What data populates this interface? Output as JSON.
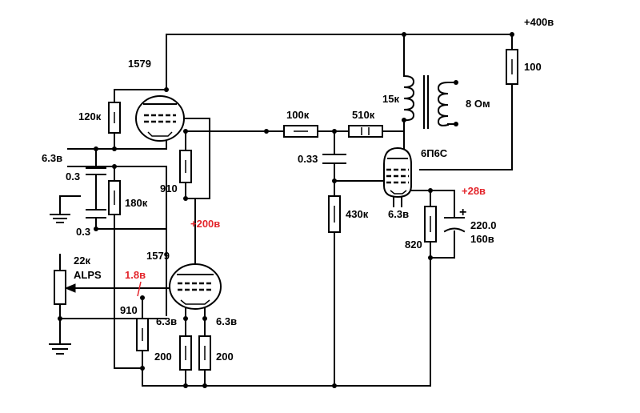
{
  "labels": {
    "supply_400": "+400в",
    "tube_upper": "1579",
    "tube_lower": "1579",
    "output_tube": "6П6С",
    "r_120k": "120к",
    "r_180k": "180к",
    "r_910_top": "910",
    "r_910_bottom": "910",
    "r_100k": "100к",
    "r_510k": "510к",
    "r_430k": "430к",
    "r_100": "100",
    "r_820": "820",
    "r_200_left": "200",
    "r_200_right": "200",
    "c_033_top": "0.3",
    "c_033_bottom": "0.3",
    "c_033_coupling": "0.33",
    "c_220": "220.0",
    "c_220_voltage": "160в",
    "heater_left": "6.3в",
    "heater_output": "6.3в",
    "heater_lower_left": "6.3в",
    "heater_lower_right": "6.3в",
    "transformer_primary": "15к",
    "transformer_secondary": "8 Ом",
    "pot_value": "22к",
    "pot_brand": "ALPS",
    "voltage_200": "+200в",
    "voltage_28": "+28в",
    "voltage_1_8": "1.8в",
    "cap_plus": "+"
  },
  "colors": {
    "wire": "#000000",
    "annotation_red": "#e3262c",
    "background": "#ffffff"
  }
}
